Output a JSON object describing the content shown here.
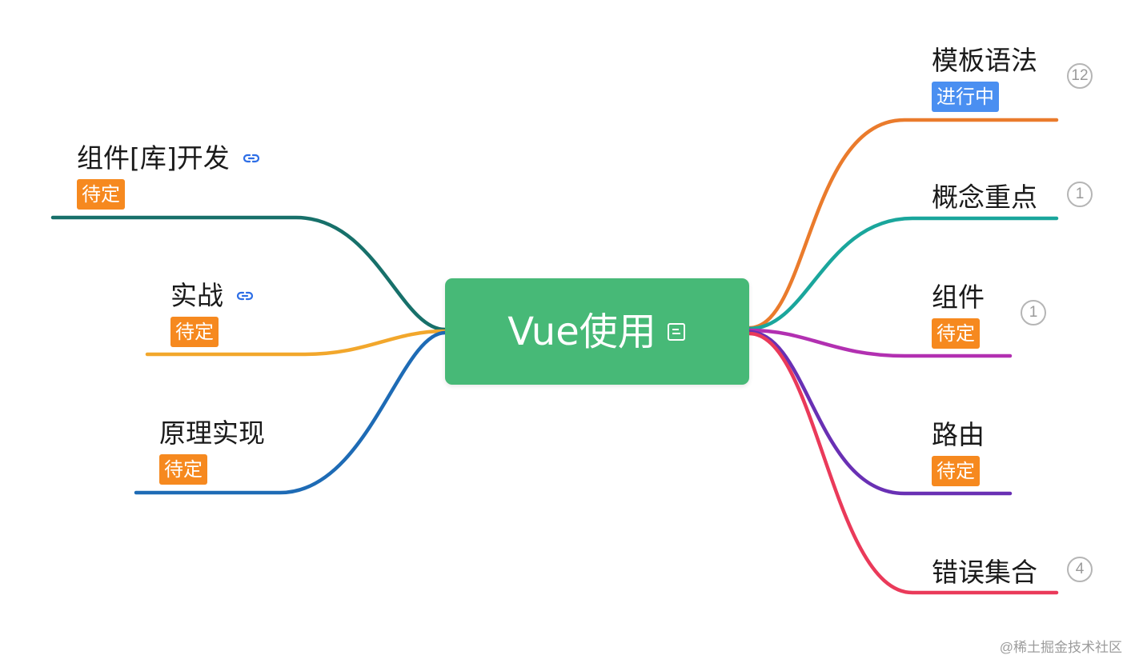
{
  "root": {
    "title": "Vue使用",
    "icon": "note-icon"
  },
  "nodes": {
    "component_lib": {
      "title": "组件[库]开发",
      "tag": "待定",
      "icon": "link-icon",
      "color": "#17706a"
    },
    "practice": {
      "title": "实战",
      "tag": "待定",
      "icon": "link-icon",
      "color": "#f2a72c"
    },
    "principle": {
      "title": "原理实现",
      "tag": "待定",
      "color": "#1e6bb5"
    },
    "template_syntax": {
      "title": "模板语法",
      "tag": "进行中",
      "count": "12",
      "color": "#ea7b2c"
    },
    "concepts": {
      "title": "概念重点",
      "count": "1",
      "color": "#1aa69c"
    },
    "components": {
      "title": "组件",
      "tag": "待定",
      "count": "1",
      "color": "#b230b1"
    },
    "router": {
      "title": "路由",
      "tag": "待定",
      "color": "#6930b4"
    },
    "errors": {
      "title": "错误集合",
      "count": "4",
      "color": "#ea3a5a"
    }
  },
  "colors": {
    "root_bg": "#47b977",
    "tag_pending": "#f6891f",
    "tag_progress": "#4a8ff1",
    "link_icon": "#2d6ee6"
  },
  "watermark": "@稀土掘金技术社区"
}
